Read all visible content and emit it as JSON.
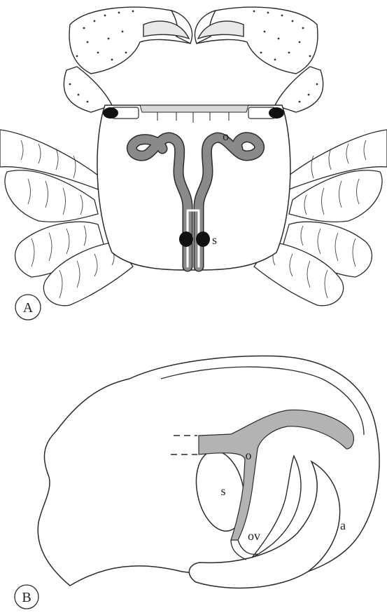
{
  "panels": {
    "a": {
      "letter": "A",
      "labels": {
        "ovary": "o",
        "spermatheca": "s"
      }
    },
    "b": {
      "letter": "B",
      "labels": {
        "ovary": "o",
        "spermatheca": "s",
        "oviduct": "ov",
        "abdomen": "a"
      }
    }
  },
  "colors": {
    "line": "#2b2b2b",
    "ovary_fill": "#8a8a8a",
    "ovary_fill_b": "#b3b3b3",
    "spermatheca_dot": "#111111",
    "background": "#ffffff"
  }
}
